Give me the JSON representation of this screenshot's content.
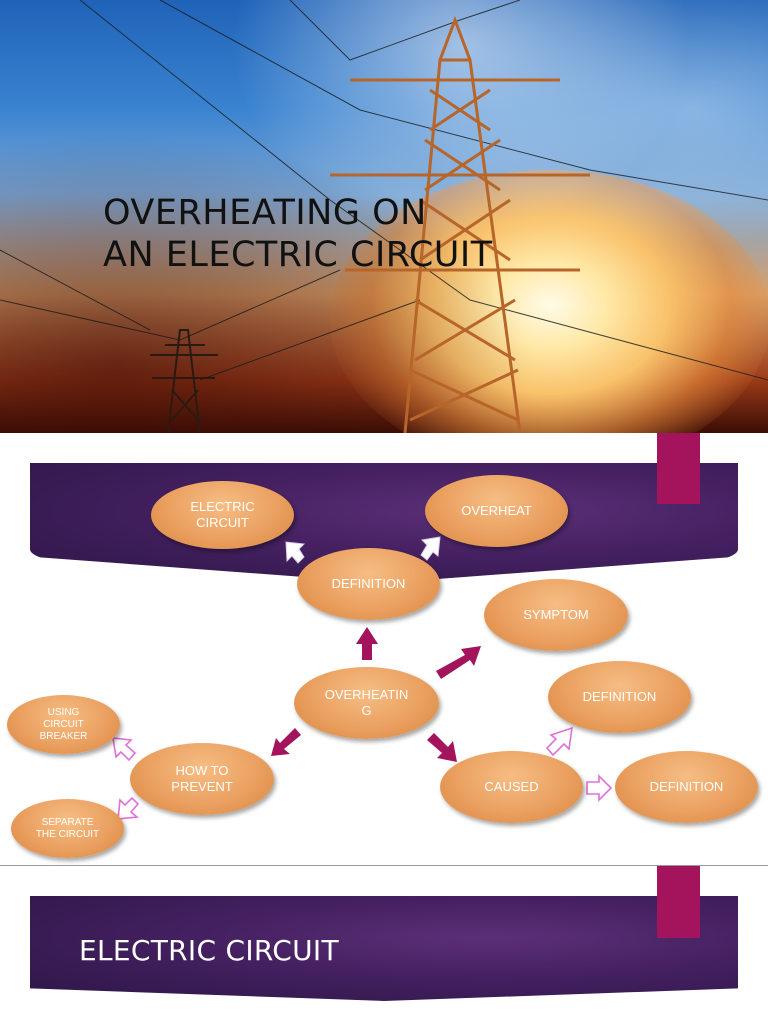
{
  "slide1": {
    "title_line1": "OVERHEATING ON",
    "title_line2": "AN ELECTRIC CIRCUIT"
  },
  "slide2": {
    "nodes": {
      "electric_circuit": [
        "ELECTRIC",
        "CIRCUIT"
      ],
      "overheat": "OVERHEAT",
      "definition_top": "DEFINITION",
      "symptom": "SYMPTOM",
      "overheating": [
        "OVERHEATIN",
        "G"
      ],
      "definition_right_upper": "DEFINITION",
      "how_to_prevent": [
        "HOW TO",
        "PREVENT"
      ],
      "caused": "CAUSED",
      "definition_right_lower": "DEFINITION",
      "using_circuit_breaker": [
        "USING",
        "CIRCUIT",
        "BREAKER"
      ],
      "separate_the_circuit": [
        "SEPARATE",
        "THE CIRCUIT"
      ]
    },
    "colors": {
      "band": "#442060",
      "accent_tab": "#a3145d",
      "node_fill": "#eaa060",
      "arrow_solid": "#a3145d",
      "arrow_outline": "#e070d8"
    }
  },
  "slide3": {
    "heading": "ELECTRIC CIRCUIT"
  }
}
